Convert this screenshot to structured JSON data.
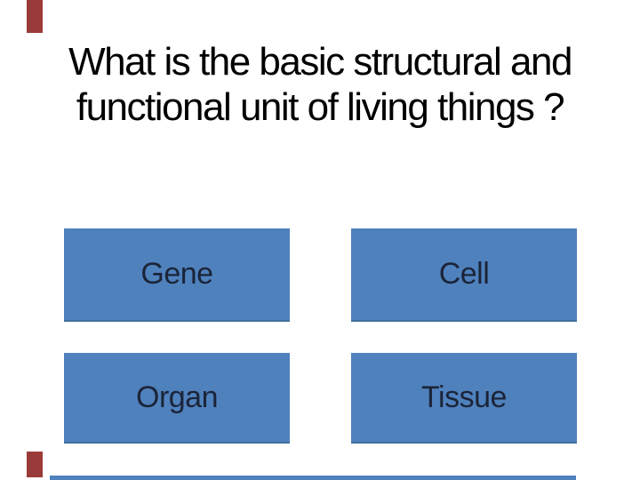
{
  "question": {
    "line1": "What is the basic structural and",
    "line2": "functional unit of living things ?"
  },
  "answers": [
    {
      "label": "Gene"
    },
    {
      "label": "Cell"
    },
    {
      "label": "Organ"
    },
    {
      "label": "Tissue"
    }
  ],
  "colors": {
    "answer_tile": "#4F81BD",
    "answer_tile_edge": "#41719C",
    "answer_label": "#1B2438",
    "question_text": "#000000",
    "accent_red": "#9A3B39",
    "background": "#FFFFFF"
  }
}
